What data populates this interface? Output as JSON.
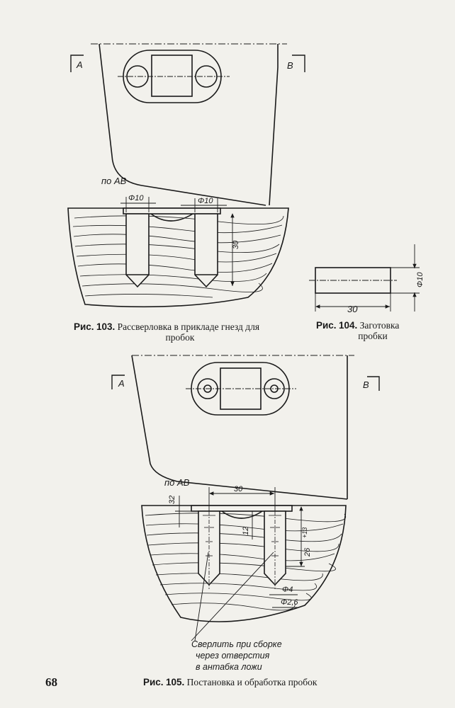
{
  "page_number": "68",
  "fig103": {
    "caption_prefix": "Рис.",
    "caption_num": "103.",
    "caption_text_line1": "Рассверловка в прикладе гнезд для",
    "caption_text_line2": "пробок",
    "section_left": "A",
    "section_right": "B",
    "section_label": "по АВ",
    "dim_hole1": "Φ10",
    "dim_hole2": "Φ10",
    "dim_depth": "30"
  },
  "fig104": {
    "caption_prefix": "Рис.",
    "caption_num": "104.",
    "caption_text_line1": "Заготовка",
    "caption_text_line2": "пробки",
    "dim_length": "30",
    "dim_diameter": "Φ10"
  },
  "fig105": {
    "caption_prefix": "Рис.",
    "caption_num": "105.",
    "caption_text": "Постановка и обработка пробок",
    "section_left": "A",
    "section_right": "B",
    "section_label": "по АВ",
    "dim_spacing": "30",
    "dim_top": "32",
    "dim_12": "12",
    "dim_26": "26",
    "dim_26_tol": "+13",
    "dim_phi4": "Φ4",
    "dim_phi26": "Φ2,6",
    "note_line1": "Сверлить при сборке",
    "note_line2": "через отверстия",
    "note_line3": "в антабка ложи"
  }
}
